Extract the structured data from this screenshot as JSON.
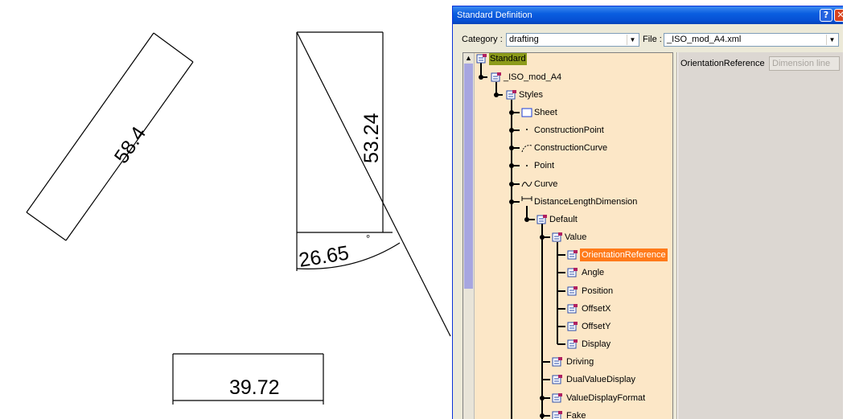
{
  "drawing": {
    "dim_584": "58.4",
    "dim_5324": "53.24",
    "dim_2665": "26.65",
    "dim_degree": "°",
    "dim_3972": "39.72"
  },
  "dialog": {
    "title": "Standard Definition",
    "help_label": "?",
    "close_label": "✕",
    "category_label": "Category :",
    "category_value": "drafting",
    "file_label": "File :",
    "file_value": "_ISO_mod_A4.xml",
    "tree": {
      "standard": "Standard",
      "iso": "_ISO_mod_A4",
      "styles": "Styles",
      "sheet": "Sheet",
      "construction_point": "ConstructionPoint",
      "construction_curve": "ConstructionCurve",
      "point": "Point",
      "curve": "Curve",
      "distance_length_dimension": "DistanceLengthDimension",
      "default": "Default",
      "value": "Value",
      "orientation_reference": "OrientationReference",
      "angle": "Angle",
      "position": "Position",
      "offset_x": "OffsetX",
      "offset_y": "OffsetY",
      "display": "Display",
      "driving": "Driving",
      "dual_value_display": "DualValueDisplay",
      "value_display_format": "ValueDisplayFormat",
      "fake": "Fake"
    },
    "property": {
      "name": "OrientationReference",
      "value": "Dimension line"
    }
  },
  "colors": {
    "title_bar": "#0a5ee0",
    "tree_bg": "#fce7c7",
    "selection": "#ff7a1a",
    "standard_highlight": "#8c9b1a"
  }
}
